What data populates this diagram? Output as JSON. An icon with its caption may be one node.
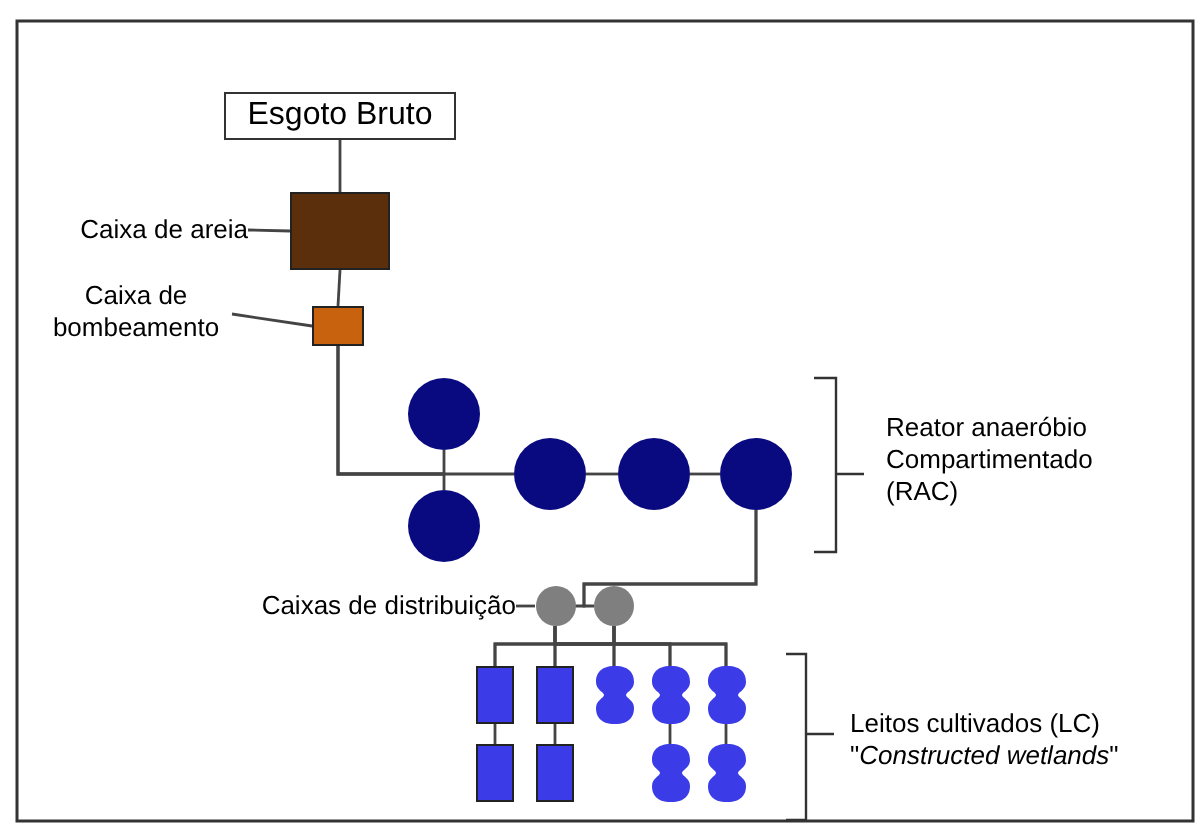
{
  "diagram": {
    "nodes": [
      {
        "text": [
          "Esgoto Bruto"
        ]
      },
      {
        "text": [
          "Caixa de areia"
        ]
      },
      {
        "text": [],
        "shape": "box"
      },
      {
        "text": [
          "Caixa de bombeamento"
        ]
      },
      {
        "text": [],
        "shape": "box"
      },
      {
        "text": [],
        "shape": "circle"
      },
      {
        "text": [],
        "shape": "circle"
      },
      {
        "text": [],
        "shape": "circle"
      },
      {
        "text": [],
        "shape": "circle"
      },
      {
        "text": [],
        "shape": "circle"
      },
      {
        "text": [
          "Caixas de distribuição"
        ]
      },
      {
        "text": [],
        "shape": "circle"
      },
      {
        "text": [],
        "shape": "circle"
      },
      {
        "text": [],
        "shape": "box"
      },
      {
        "text": [],
        "shape": "box"
      },
      {
        "text": [],
        "shape": "capsule"
      },
      {
        "text": [],
        "shape": "capsule"
      },
      {
        "text": [],
        "shape": "capsule"
      },
      {
        "text": [],
        "shape": "box"
      },
      {
        "text": [],
        "shape": "box"
      },
      {
        "text": [],
        "shape": "capsule"
      },
      {
        "text": [],
        "shape": "capsule"
      }
    ],
    "edges": [
      {
        "from": 0,
        "to": 2,
        "arrow": "none"
      },
      {
        "from": 1,
        "to": 2,
        "arrow": "none"
      },
      {
        "from": 2,
        "to": 4,
        "arrow": "none"
      },
      {
        "from": 3,
        "to": 4,
        "arrow": "none"
      },
      {
        "from": 4,
        "to": 5,
        "arrow": "none"
      },
      {
        "from": 4,
        "to": 6,
        "arrow": "none"
      },
      {
        "from": 4,
        "to": 7,
        "arrow": "none"
      },
      {
        "from": 7,
        "to": 8,
        "arrow": "none"
      },
      {
        "from": 8,
        "to": 9,
        "arrow": "none"
      },
      {
        "from": 9,
        "to": 11,
        "arrow": "none"
      },
      {
        "from": 9,
        "to": 12,
        "arrow": "none"
      },
      {
        "from": 10,
        "to": 11,
        "arrow": "none"
      },
      {
        "from": 11,
        "to": 13,
        "arrow": "none"
      },
      {
        "from": 11,
        "to": 14,
        "arrow": "none"
      },
      {
        "from": 11,
        "to": 15,
        "arrow": "none"
      },
      {
        "from": 11,
        "to": 16,
        "arrow": "none"
      },
      {
        "from": 11,
        "to": 17,
        "arrow": "none"
      },
      {
        "from": 12,
        "to": 13,
        "arrow": "none"
      },
      {
        "from": 12,
        "to": 14,
        "arrow": "none"
      },
      {
        "from": 12,
        "to": 15,
        "arrow": "none"
      },
      {
        "from": 12,
        "to": 16,
        "arrow": "none"
      },
      {
        "from": 12,
        "to": 17,
        "arrow": "none"
      },
      {
        "from": 13,
        "to": 18,
        "arrow": "none"
      },
      {
        "from": 14,
        "to": 19,
        "arrow": "none"
      },
      {
        "from": 16,
        "to": 20,
        "arrow": "none"
      },
      {
        "from": 17,
        "to": 21,
        "arrow": "none"
      }
    ],
    "labels": [
      "Reator anaeróbio Compartimentado (RAC)",
      "Leitos cultivados (LC)",
      "\"*Constructed wetlands*\""
    ]
  }
}
